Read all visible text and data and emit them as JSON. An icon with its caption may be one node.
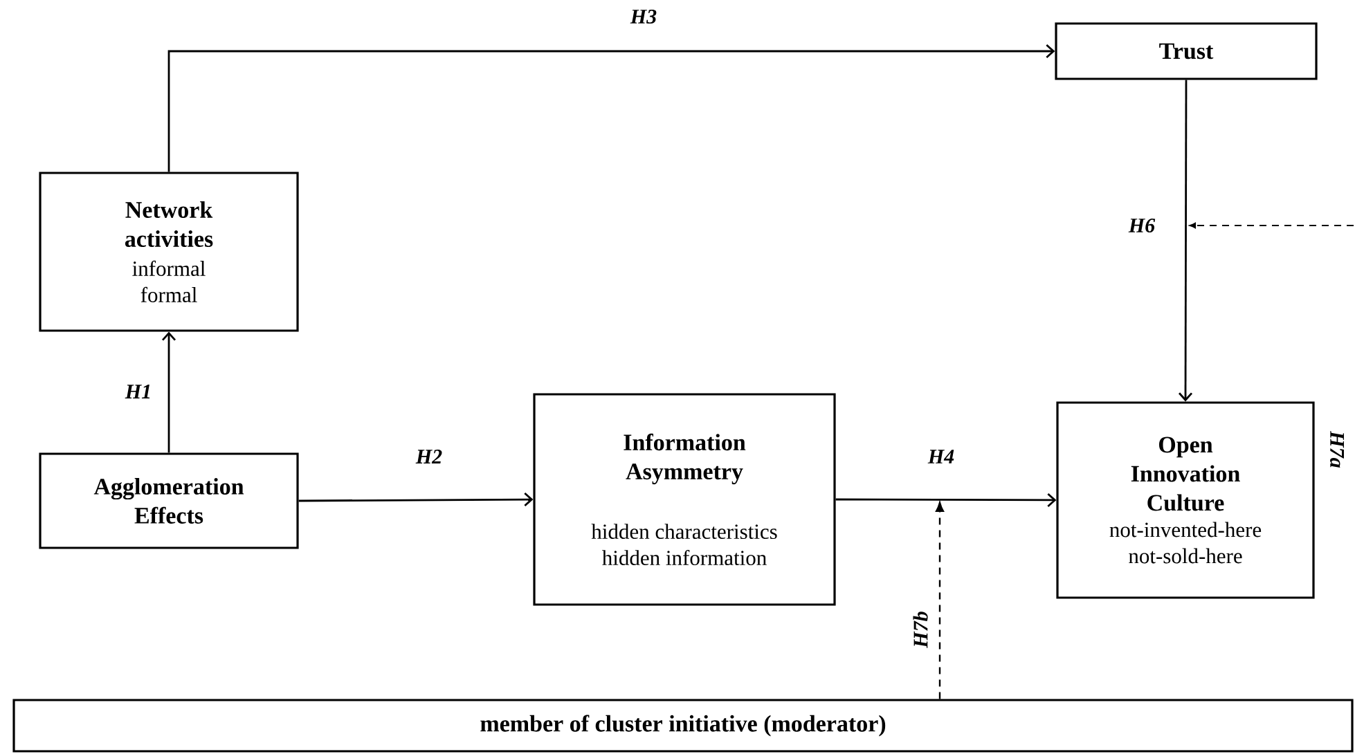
{
  "diagram": {
    "nodes": [
      {
        "text": [
          "Network activities",
          "informal formal"
        ]
      },
      {
        "text": [
          "Trust"
        ]
      },
      {
        "text": [
          "Agglomeration Effects"
        ]
      },
      {
        "text": [
          "Information Asymmetry",
          "hidden characteristics hidden information"
        ]
      },
      {
        "text": [
          "Open Innovation Culture",
          "not-invented-here not-sold-here"
        ]
      },
      {
        "text": [
          "member of cluster initiative (moderator)"
        ]
      }
    ],
    "edges": [
      {
        "from": 2,
        "to": 0,
        "arrow": "to",
        "label": "H1"
      },
      {
        "from": 0,
        "to": 1,
        "arrow": "to",
        "label": "H3"
      },
      {
        "from": 2,
        "to": 3,
        "arrow": "to",
        "label": "H2"
      },
      {
        "from": 3,
        "to": 4,
        "arrow": "to",
        "label": "H4"
      },
      {
        "from": 1,
        "to": 4,
        "arrow": "to",
        "label": "H6"
      },
      {
        "from": 5,
        "to": null,
        "arrow": "to",
        "label": "H7b",
        "style": "dashed"
      }
    ],
    "labels": [
      "H7a"
    ]
  }
}
